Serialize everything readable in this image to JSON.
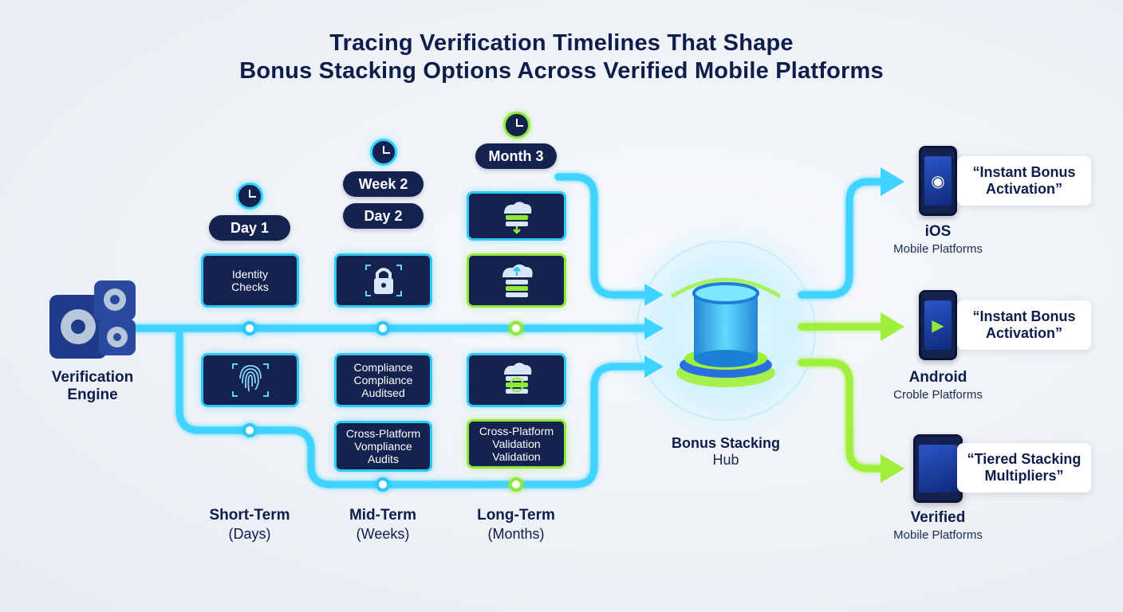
{
  "title": {
    "line1": "Tracing Verification Timelines That Shape",
    "line2": "Bonus Stacking Options Across Verified Mobile Platforms"
  },
  "colors": {
    "navy": "#14224f",
    "cyan": "#2fc8f5",
    "lime": "#8fe83a",
    "text": "#0f1d4a"
  },
  "engine": {
    "label": "Verification\nEngine",
    "icon": "gears-icon"
  },
  "time_markers": [
    {
      "label": "Day 1",
      "icon": "clock-icon"
    },
    {
      "label": "Week 2",
      "icon": "clock-icon"
    },
    {
      "label": "Day 2"
    },
    {
      "label": "Month 3",
      "icon": "clock-icon"
    }
  ],
  "cards": {
    "identity_checks": "Identity\nChecks",
    "lock": {
      "icon": "padlock-icon"
    },
    "cloud_sync": {
      "icon": "cloud-database-sync-icon"
    },
    "cloud_upload": {
      "icon": "cloud-database-upload-icon"
    },
    "fingerprint": {
      "icon": "fingerprint-icon"
    },
    "compliance_audited": "Compliance\nCompliance\nAuditsed",
    "database_check": {
      "icon": "database-check-icon"
    },
    "cross_platform_audits": "Cross-Platform\nVompliance\nAudits",
    "cross_platform_validation": "Cross-Platform\nValidation\nValidation"
  },
  "stages": [
    {
      "name": "Short-Term",
      "sub": "(Days)"
    },
    {
      "name": "Mid-Term",
      "sub": "(Weeks)"
    },
    {
      "name": "Long-Term",
      "sub": "(Months)"
    }
  ],
  "hub": {
    "line1": "Bonus Stacking",
    "line2": "Hub",
    "icon": "stacked-cylinder-hub-icon"
  },
  "platforms": [
    {
      "quote": "“Instant Bonus\nActivation”",
      "name": "iOS",
      "sub": "Mobile Platforms",
      "icon": "apple-icon"
    },
    {
      "quote": "“Instant Bonus\nActivation”",
      "name": "Android",
      "sub": "Croble Platforms",
      "icon": "play-store-icon"
    },
    {
      "quote": "“Tiered Stacking\nMultipliers”",
      "name": "Verified",
      "sub": "Mobile Platforms",
      "icon": "tablet-icon"
    }
  ]
}
